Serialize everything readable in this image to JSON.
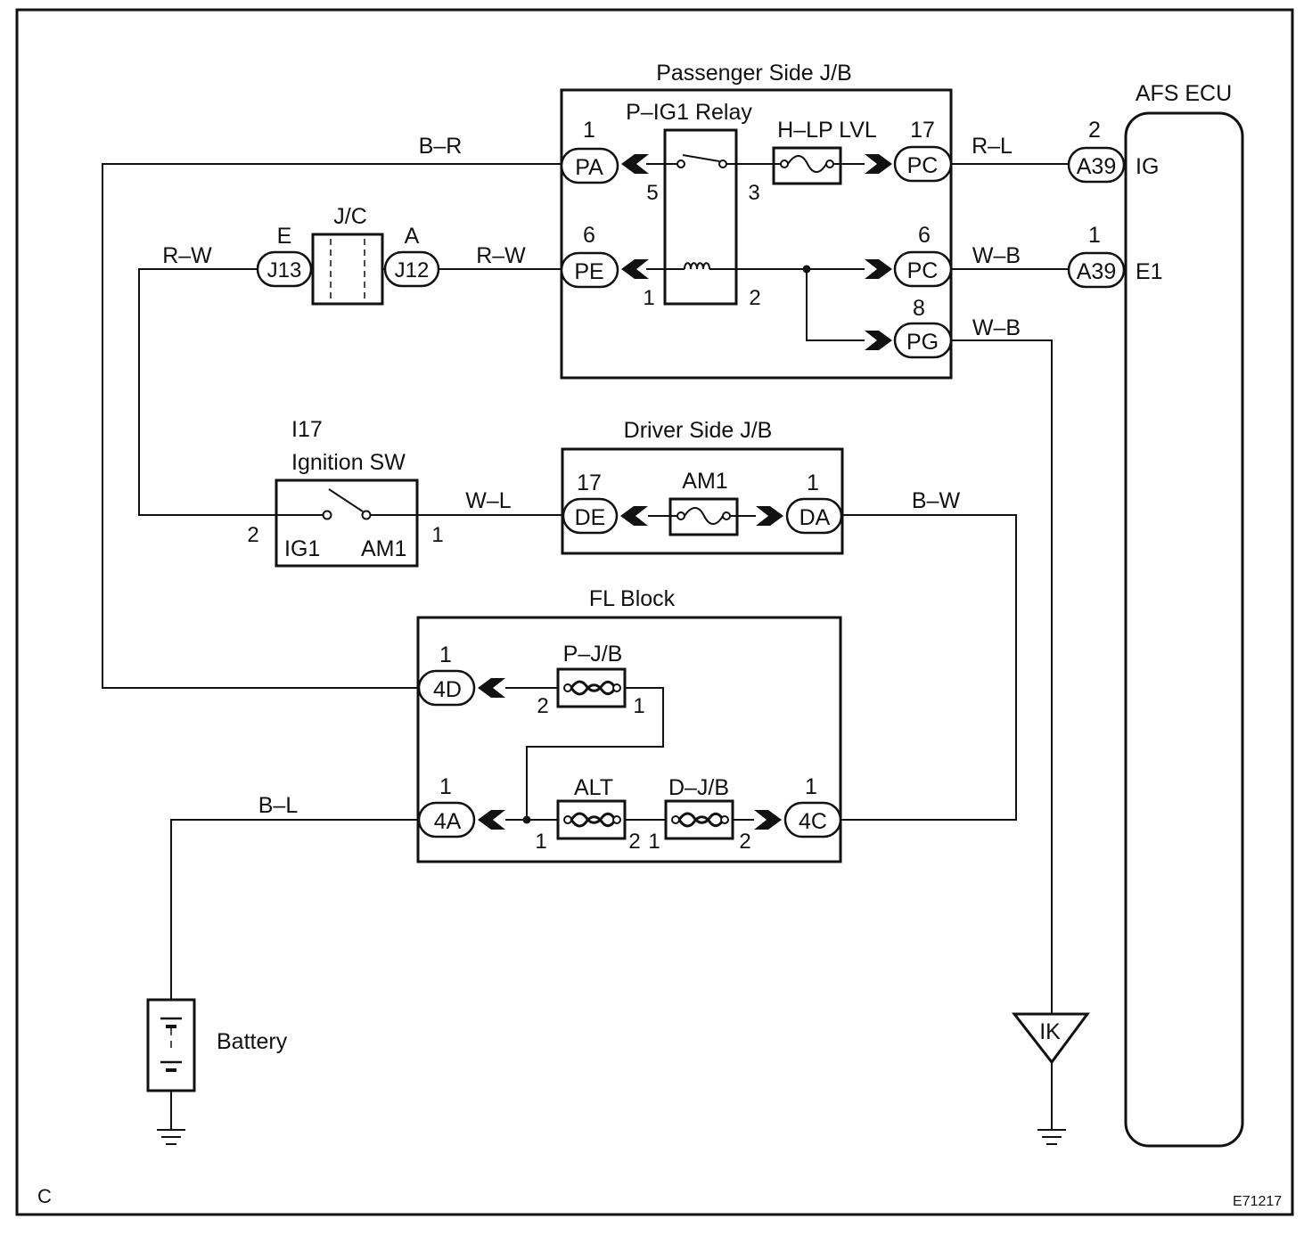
{
  "corner_label": "C",
  "figure_code": "E71217",
  "passenger_jb": {
    "title": "Passenger Side J/B",
    "relay_label": "P–IG1 Relay",
    "fuse_label": "H–LP LVL",
    "connectors": {
      "pa": {
        "code": "PA",
        "pin": "1"
      },
      "pe": {
        "code": "PE",
        "pin": "6"
      },
      "pc_ig": {
        "code": "PC",
        "pin": "17"
      },
      "pc_e1": {
        "code": "PC",
        "pin": "6"
      },
      "pg": {
        "code": "PG",
        "pin": "8"
      }
    },
    "relay_pins": {
      "p5": "5",
      "p3": "3",
      "p1": "1",
      "p2": "2"
    }
  },
  "afs_ecu": {
    "title": "AFS ECU",
    "ig": {
      "connector": "A39",
      "pin": "2",
      "terminal": "IG"
    },
    "e1": {
      "connector": "A39",
      "pin": "1",
      "terminal": "E1"
    }
  },
  "junction_connector": {
    "label": "J/C",
    "left": {
      "code": "J13",
      "pin": "E"
    },
    "right": {
      "code": "J12",
      "pin": "A"
    }
  },
  "ignition_switch": {
    "id": "I17",
    "title": "Ignition SW",
    "ig1": {
      "label": "IG1",
      "pin": "2"
    },
    "am1": {
      "label": "AM1",
      "pin": "1"
    }
  },
  "driver_jb": {
    "title": "Driver Side J/B",
    "fuse_label": "AM1",
    "de": {
      "code": "DE",
      "pin": "17"
    },
    "da": {
      "code": "DA",
      "pin": "1"
    }
  },
  "fl_block": {
    "title": "FL Block",
    "fuse_pjb": {
      "label": "P–J/B",
      "pin_a": "2",
      "pin_b": "1"
    },
    "fuse_alt": {
      "label": "ALT",
      "pin_a": "1",
      "pin_b": "2"
    },
    "fuse_djb": {
      "label": "D–J/B",
      "pin_a": "1",
      "pin_b": "2"
    },
    "c4d": {
      "code": "4D",
      "pin": "1"
    },
    "c4a": {
      "code": "4A",
      "pin": "1"
    },
    "c4c": {
      "code": "4C",
      "pin": "1"
    }
  },
  "battery": {
    "label": "Battery"
  },
  "ground_point": {
    "label": "IK"
  },
  "wires": {
    "pa_to_4d": "B–R",
    "j13_to_ign": "R–W",
    "j12_to_pe": "R–W",
    "pc_to_ig": "R–L",
    "pc_to_e1": "W–B",
    "pg_to_ground": "W–B",
    "ign_to_de": "W–L",
    "da_to_4c": "B–W",
    "battery_to_4a": "B–L"
  }
}
